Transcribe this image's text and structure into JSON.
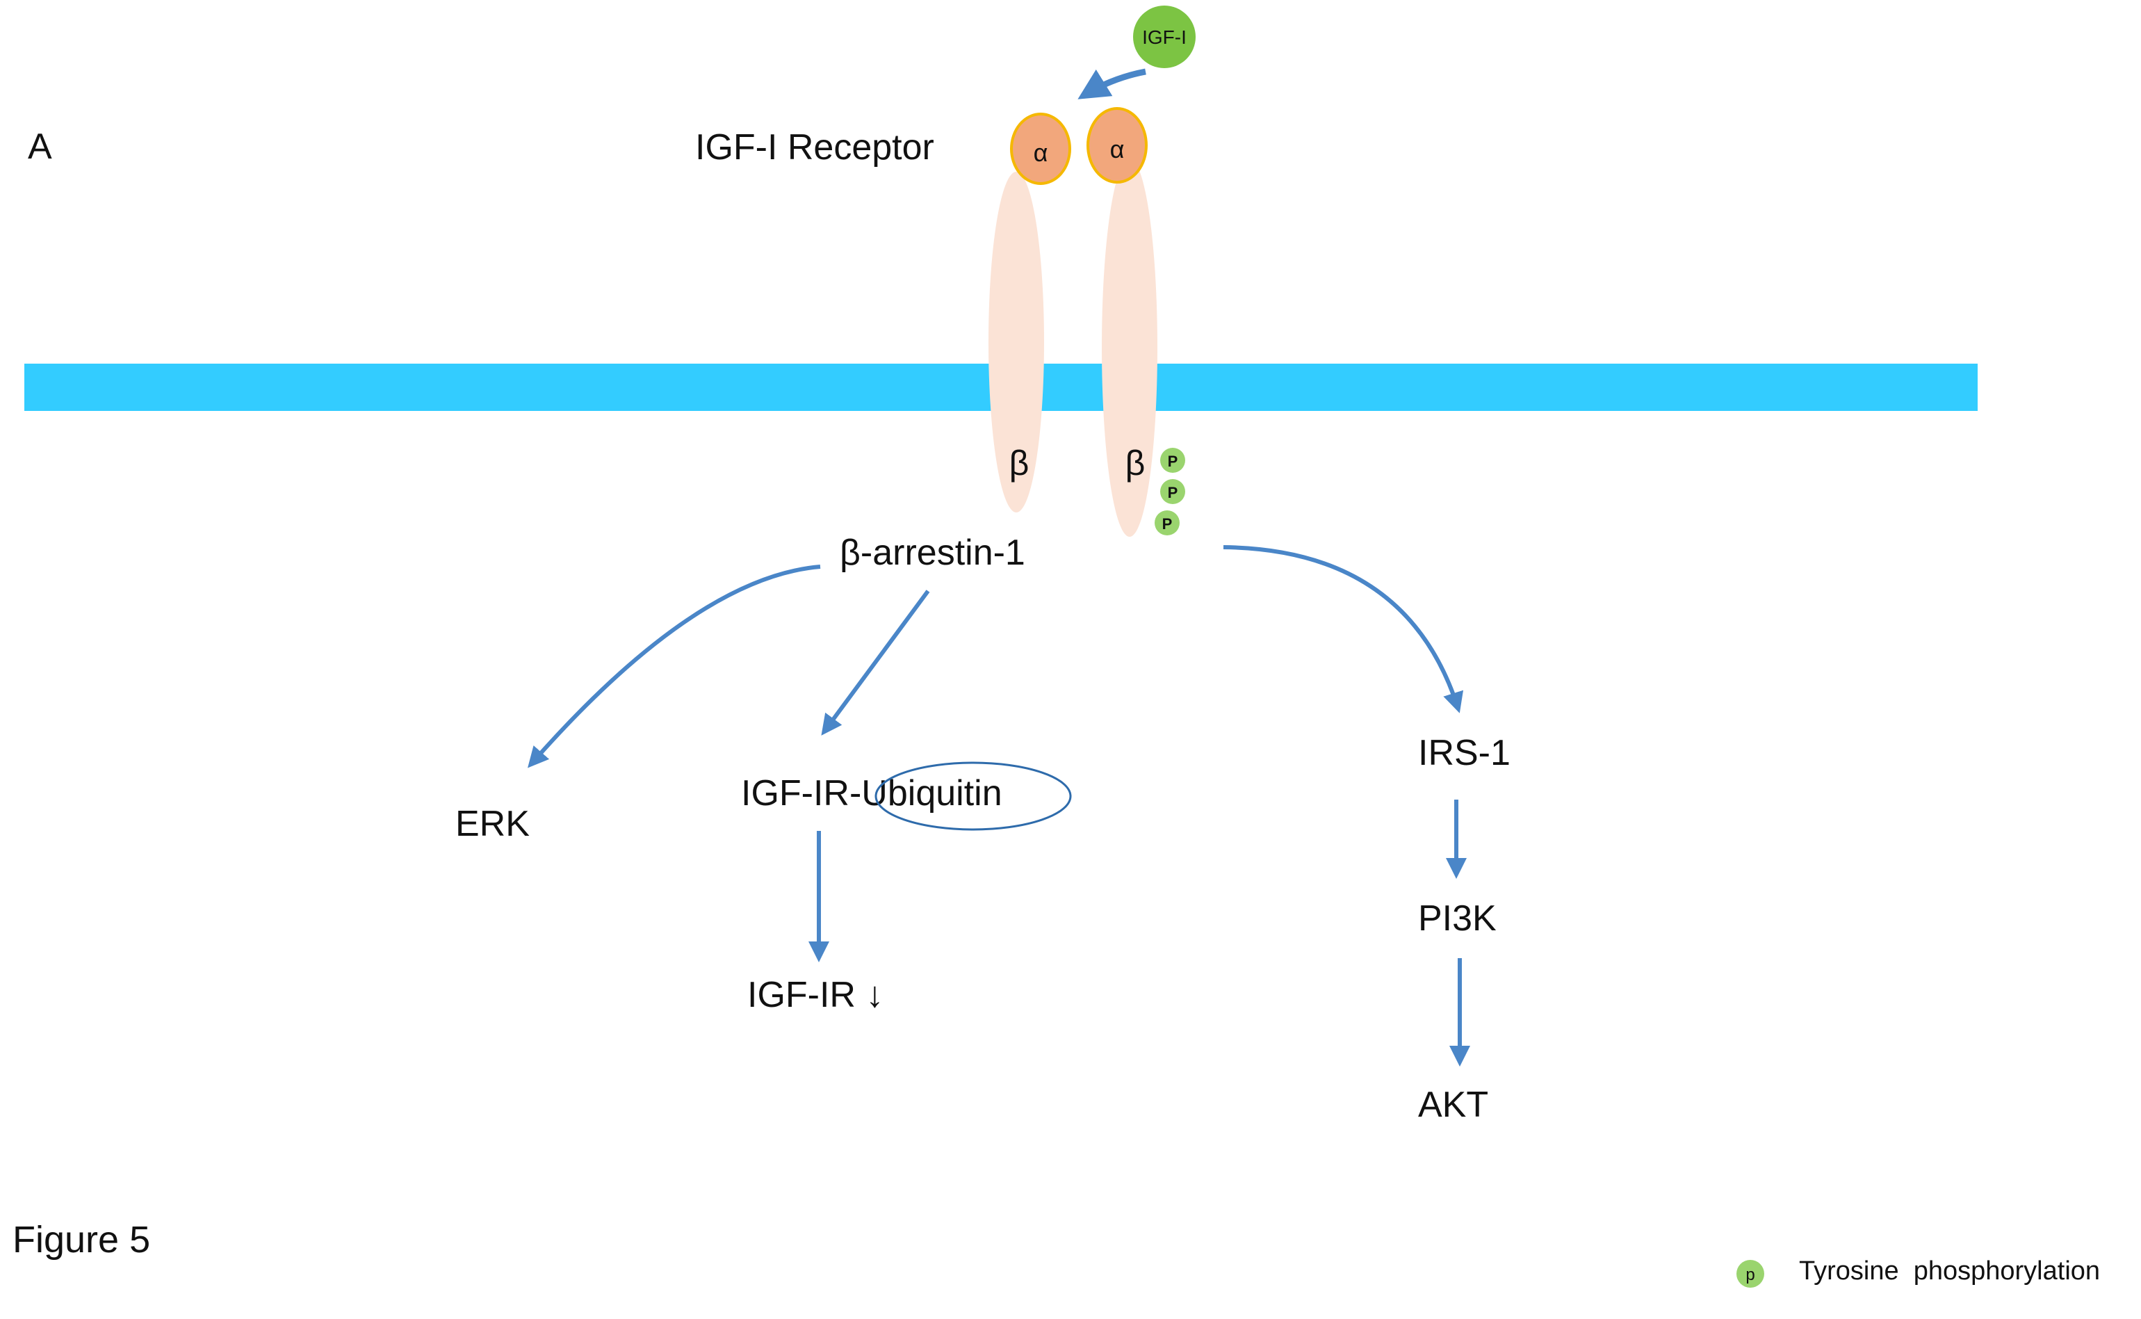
{
  "panel_label": "A",
  "figure_label": "Figure 5",
  "ligand": {
    "label": "IGF-I"
  },
  "receptor": {
    "label": "IGF-I Receptor",
    "alpha_symbol": "α",
    "beta_symbol": "β",
    "phospho_symbol": "P"
  },
  "nodes": {
    "arrestin": "β-arrestin-1",
    "erk": "ERK",
    "igfir_ub_prefix": "IGF-IR-",
    "ubiquitin": "Ubiquitin",
    "igfir_down": "IGF-IR ↓",
    "irs1": "IRS-1",
    "pi3k": "PI3K",
    "akt": "AKT"
  },
  "legend": {
    "symbol": "p",
    "label": "Tyrosine  phosphorylation"
  },
  "colors": {
    "membrane": "#33ccff",
    "arrow": "#4a86c8",
    "alpha_fill": "#f2a77c",
    "alpha_stroke": "#f5b800",
    "beta_fill": "#fbe3d6",
    "ligand_fill": "#7cc443",
    "phospho_fill": "#9ad46e"
  }
}
